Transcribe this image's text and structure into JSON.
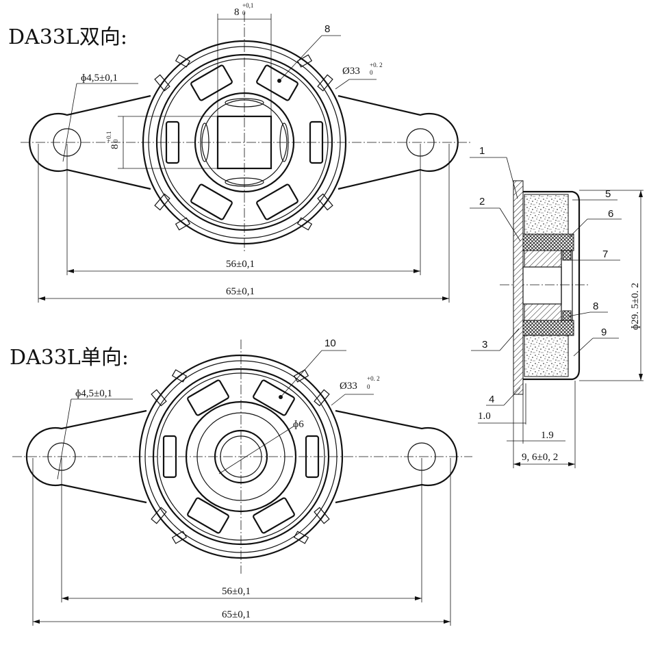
{
  "top_view": {
    "title": "DA33L双向:",
    "dim_square": "8",
    "dim_square_tol_upper": "+0,1",
    "dim_square_tol_lower": "0",
    "dim_square_v": "8",
    "dim_square_v_tol_upper": "+0.1",
    "dim_square_v_tol_lower": "0",
    "hole": "ɸ4,5±0,1",
    "outer_dia": "Ø33",
    "outer_dia_tol_upper": "+0. 2",
    "outer_dia_tol_lower": "0",
    "width_inner": "56±0,1",
    "width_outer": "65±0,1",
    "callout": "8"
  },
  "bottom_view": {
    "title": "DA33L单向:",
    "hole": "ɸ4,5±0,1",
    "outer_dia": "Ø33",
    "outer_dia_tol_upper": "+0. 2",
    "outer_dia_tol_lower": "0",
    "inner_dia": "ɸ6",
    "width_inner": "56±0,1",
    "width_outer": "65±0,1",
    "callout": "10"
  },
  "section_view": {
    "callouts": [
      "1",
      "2",
      "3",
      "4",
      "5",
      "6",
      "7",
      "8",
      "9"
    ],
    "height_dim": "ɸ29. 5±0. 2",
    "dim_a": "1.0",
    "dim_b": "1.9",
    "dim_c": "9, 6±0, 2"
  }
}
